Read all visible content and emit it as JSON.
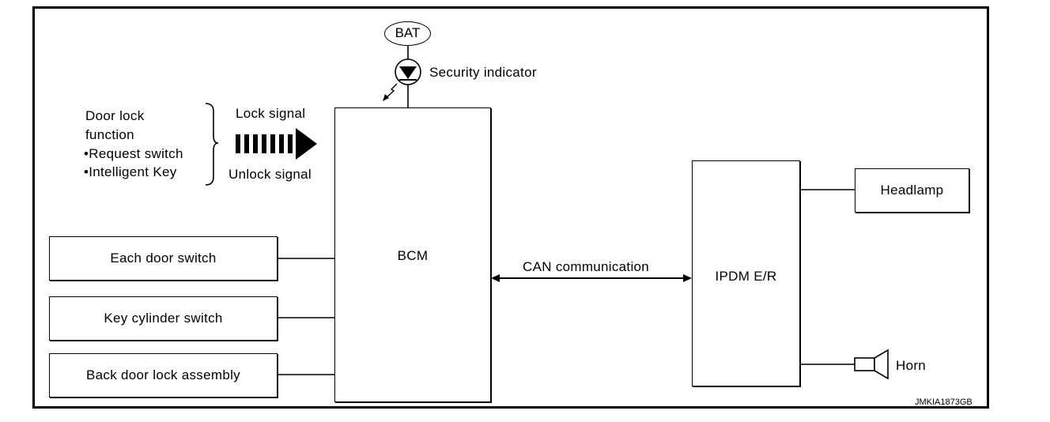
{
  "diagram": {
    "battery": "BAT",
    "security_indicator": "Security indicator",
    "door_lock_function": {
      "line1": "Door lock",
      "line2": "function",
      "item1": "•Request switch",
      "item2": "•Intelligent Key"
    },
    "lock_signal": "Lock signal",
    "unlock_signal": "Unlock signal",
    "bcm": "BCM",
    "inputs": [
      "Each door switch",
      "Key cylinder switch",
      "Back door lock assembly"
    ],
    "can_communication": "CAN communication",
    "ipdm": "IPDM E/R",
    "headlamp": "Headlamp",
    "horn": "Horn",
    "figure_code": "JMKIA1873GB"
  }
}
